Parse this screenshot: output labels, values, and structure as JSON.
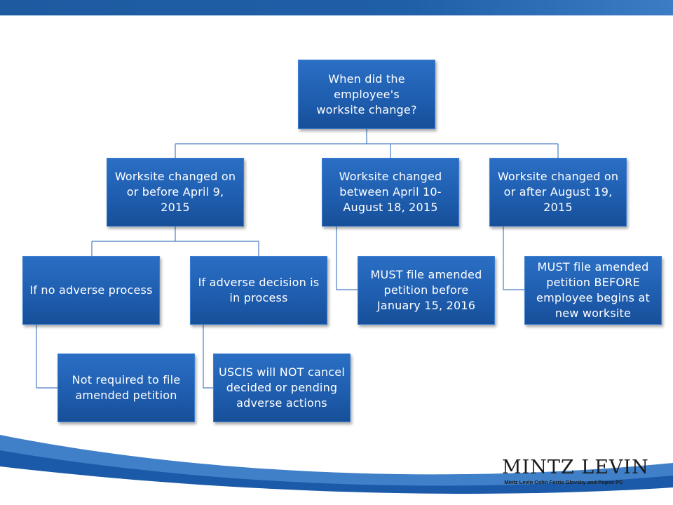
{
  "nodes": {
    "root": "When did the employee's worksite change?",
    "branch_before": "Worksite changed on or before April 9, 2015",
    "branch_between": "Worksite changed between April 10- August 18, 2015",
    "branch_after": "Worksite changed on or after August 19, 2015",
    "no_adverse": "If no adverse process",
    "adverse_in_process": "If adverse decision is in process",
    "not_required": "Not required to file amended petition",
    "uscis_not_cancel": "USCIS will NOT cancel decided or pending adverse actions",
    "must_file_before_jan": "MUST file amended petition before January 15, 2016",
    "must_file_before_begin": "MUST file amended petition BEFORE employee begins at new worksite"
  },
  "logo": {
    "name": "MINTZ LEVIN",
    "subtitle": "Mintz Levin Cohn Ferris Glovsky and Popeo PC"
  },
  "colors": {
    "box": "#1f5eb0",
    "top_bar": "#1f5fa8",
    "connector": "#4a7fc0"
  }
}
